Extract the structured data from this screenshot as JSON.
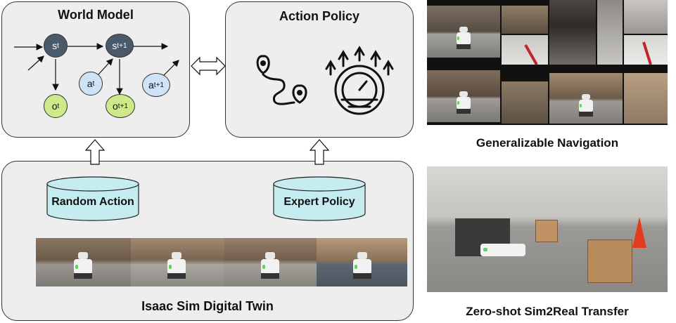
{
  "world_model": {
    "title": "World Model",
    "states": [
      {
        "base": "s",
        "sub": "t"
      },
      {
        "base": "s",
        "sub": "t+1"
      }
    ],
    "observations": [
      {
        "base": "o",
        "sub": "t"
      },
      {
        "base": "o",
        "sub": "t+1"
      }
    ],
    "actions": [
      {
        "base": "a",
        "sub": "t"
      },
      {
        "base": "a",
        "sub": "t+1"
      }
    ]
  },
  "action_policy": {
    "title": "Action Policy",
    "icons": [
      "route-path-icon",
      "speedometer-icon"
    ]
  },
  "isaac_sim": {
    "title": "Isaac Sim Digital Twin",
    "datasets": [
      "Random Action",
      "Expert Policy"
    ]
  },
  "captions": {
    "navigation": "Generalizable Navigation",
    "sim2real": "Zero-shot Sim2Real Transfer"
  },
  "colors": {
    "panel_bg": "#eeeeee",
    "state_node": "#4a5a6b",
    "observation_node": "#cfe88a",
    "action_node": "#cfe3f7",
    "cylinder": "#c5ecef"
  }
}
